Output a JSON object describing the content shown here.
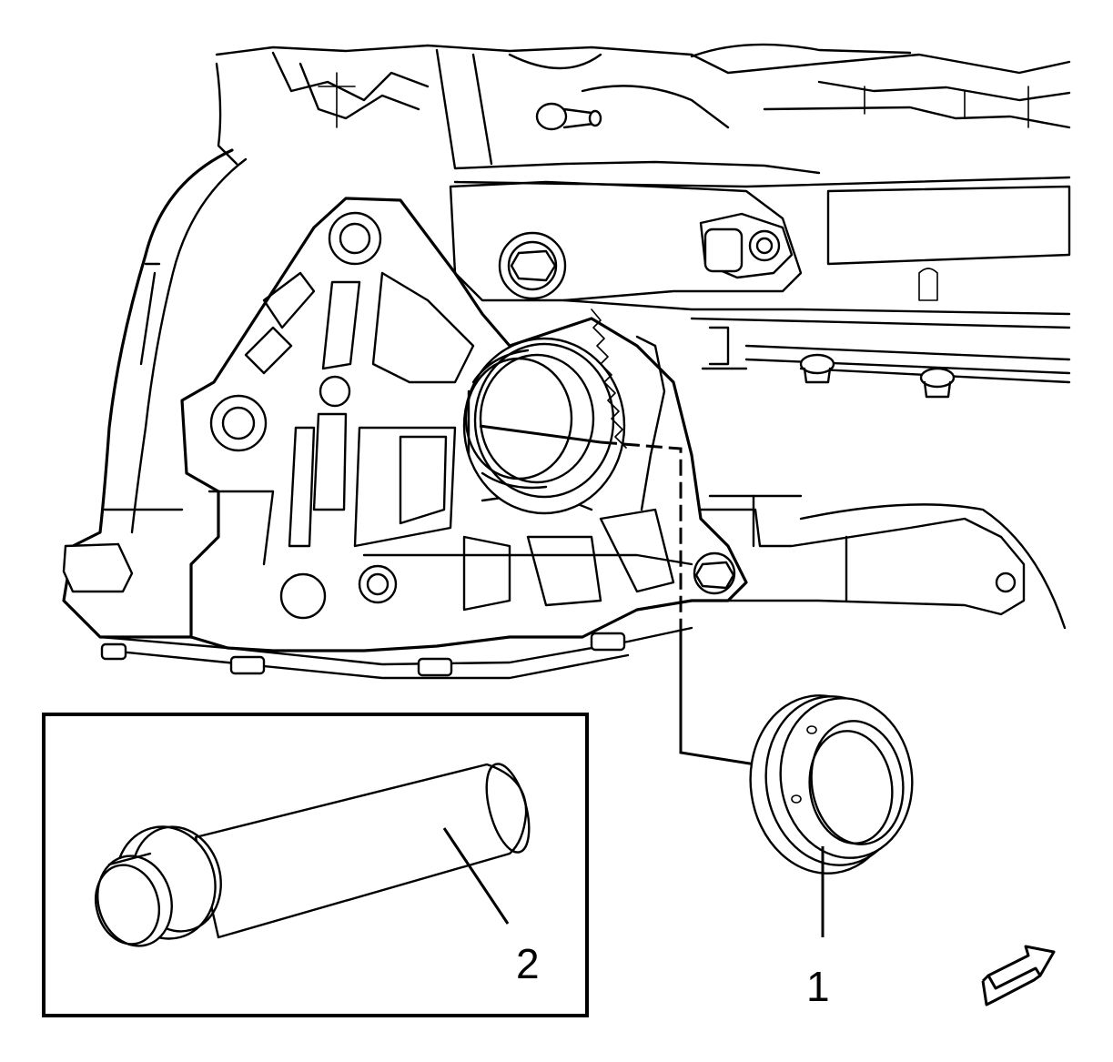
{
  "callouts": [
    {
      "id": "1",
      "label": "1"
    },
    {
      "id": "2",
      "label": "2"
    }
  ],
  "icons": {
    "view_direction": "view-direction-arrow-icon"
  }
}
